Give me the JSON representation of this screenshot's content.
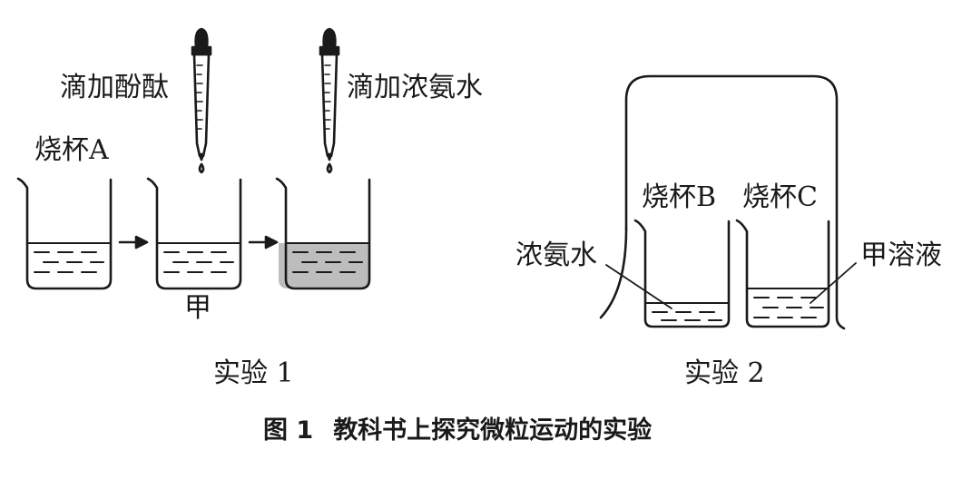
{
  "exp1": {
    "beaker_a_label": "烧杯A",
    "dropper1_label": "滴加酚酞",
    "dropper2_label": "滴加浓氨水",
    "beaker_jia_label": "甲",
    "caption": "实验 1"
  },
  "exp2": {
    "beaker_b_label": "烧杯B",
    "beaker_c_label": "烧杯C",
    "ammonia_label": "浓氨水",
    "solution_jia_label": "甲溶液",
    "caption": "实验 2"
  },
  "figure": {
    "number": "图 1",
    "title": "教科书上探究微粒运动的实验"
  },
  "colors": {
    "stroke": "#1a1a1a",
    "pink_liquid": "#bdbdbd",
    "background": "#ffffff"
  }
}
